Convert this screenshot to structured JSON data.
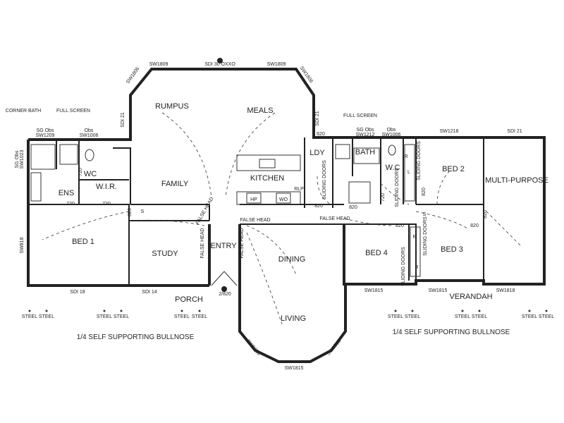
{
  "rooms": {
    "rumpus": "RUMPUS",
    "meals": "MEALS",
    "family": "FAMILY",
    "kitchen": "KITCHEN",
    "ldy": "LDY",
    "bath": "BATH",
    "wc_left": "WC",
    "wc_right": "W.C",
    "ens": "ENS",
    "wir": "W.I.R.",
    "bed1": "BED 1",
    "study": "STUDY",
    "entry": "ENTRY",
    "dining": "DINING",
    "living": "LIVING",
    "porch": "PORCH",
    "bed2": "BED 2",
    "multi_purpose": "MULTI-PURPOSE",
    "bed3": "BED 3",
    "bed4": "BED 4",
    "verandah": "VERANDAH"
  },
  "fixtures": {
    "hp": "HP",
    "wo": "WO"
  },
  "notes": {
    "bullnose_left": "1/4 SELF SUPPORTING BULLNOSE",
    "bullnose_right": "1/4 SELF SUPPORTING BULLNOSE",
    "corner_bath": "CORNER BATH",
    "full_screen_left": "FULL SCREEN",
    "full_screen_right": "FULL SCREEN",
    "sg_obs_left": "SG Obs",
    "sw_left_ens": "SW1209",
    "obs_left": "Obs",
    "sw_left_wc": "SW1006",
    "sg_obs_right": "SG Obs",
    "sw_right_bath": "SW1212",
    "obs_right": "Obs",
    "sw_right_wc": "SW1006",
    "sw_top_left": "SW1809",
    "sdi_top": "SDI 30 OXXO",
    "sw_top_right": "SW1809",
    "sw_diag_left": "SW1806",
    "sw_diag_right": "SW1806",
    "sdi_21_a": "SDI 21",
    "sdi_21_b": "SDI 21",
    "sdi_21_c": "SDI 21",
    "sw_bed2": "SW1218",
    "sw_side": "SW818",
    "sdi_18": "SDI 18",
    "sdi_14": "SDI 14",
    "sw_bed4": "SW1815",
    "sw_bed3": "SW1815",
    "sw_multi": "SW1818",
    "sw_living_l": "SW1815",
    "sw_living_r": "SW1815",
    "sw_living_b": "SW1815",
    "sg_obs_far_left": "SG Obs",
    "sw_far_left": "SW1023",
    "door_porch": "2/820",
    "dim_620": "620",
    "dim_720_a": "720",
    "dim_720_b": "720",
    "dim_720_c": "720",
    "dim_720_d": "720",
    "dim_820_a": "820",
    "dim_820_b": "820",
    "dim_820_c": "820",
    "dim_820_d": "820",
    "dim_820_e": "820",
    "dim_820_f": "820",
    "dim_820_g": "820",
    "false_head_a": "FALSE HEAD",
    "false_head_b": "FALSE HEAD",
    "false_head_c": "FALSE HEAD",
    "false_head_d": "FALSE HEAD",
    "false_head_e": "FALSE HEAD",
    "sliding_doors_a": "SLIDING DOORS",
    "sliding_doors_b": "SLIDING DOORS",
    "sliding_doors_c": "SLIDING DOORS",
    "sliding_doors_d": "SLIDING DOORS",
    "sliding_doors_e": "SLIDING DOORS",
    "rlp": "RLP",
    "r_a": "R",
    "r_b": "R",
    "r_c": "R",
    "l_a": "L",
    "s_a": "S",
    "s_b": "S",
    "steel": "STEEL"
  }
}
